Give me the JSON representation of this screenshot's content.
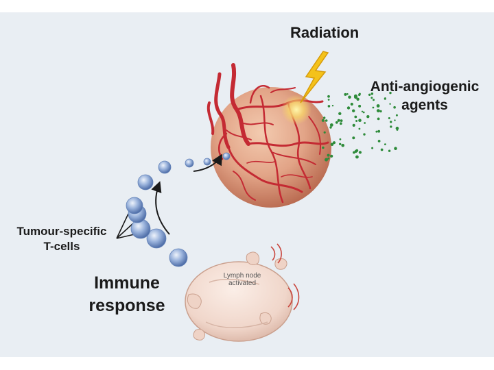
{
  "labels": {
    "radiation": "Radiation",
    "anti_angiogenic_line1": "Anti-angiogenic",
    "anti_angiogenic_line2": "agents",
    "tcells_line1": "Tumour-specific",
    "tcells_line2": "T-cells",
    "immune_line1": "Immune",
    "immune_line2": "response",
    "lymph_line1": "Lymph node",
    "lymph_line2": "activated"
  },
  "colors": {
    "panel_background": "#e9eef3",
    "tumour": "#e2a487",
    "vessels": "#c42a33",
    "lightning": "#f4c21a",
    "agent_dots": "#2e8b3a",
    "tcells": "#7d9ccc",
    "lymph_node": "#f3ddd3"
  },
  "icons": [
    "lightning-bolt-icon",
    "tumour-sphere-icon",
    "lymph-node-icon",
    "t-cell-icon"
  ]
}
